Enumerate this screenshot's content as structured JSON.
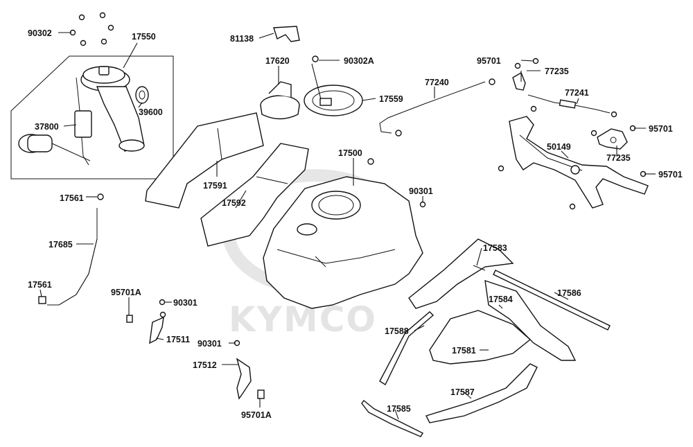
{
  "watermark": "KYMCO",
  "callouts": {
    "c90302": "90302",
    "c17550": "17550",
    "c39600": "39600",
    "c37800": "37800",
    "c81138": "81138",
    "c17620": "17620",
    "c90302A": "90302A",
    "c17559": "17559",
    "c77240": "77240",
    "c95701_top": "95701",
    "c77235_top": "77235",
    "c77241": "77241",
    "c95701_mid": "95701",
    "c50149": "50149",
    "c77235_mid": "77235",
    "c95701_right": "95701",
    "c17591": "17591",
    "c17592": "17592",
    "c17500": "17500",
    "c90301_tank": "90301",
    "c17561_top": "17561",
    "c17685": "17685",
    "c17561_bot": "17561",
    "c95701A_top": "95701A",
    "c90301_a": "90301",
    "c17511": "17511",
    "c90301_b": "90301",
    "c17512": "17512",
    "c95701A_bot": "95701A",
    "c17583": "17583",
    "c17586": "17586",
    "c17584": "17584",
    "c17588": "17588",
    "c17581": "17581",
    "c17587": "17587",
    "c17585": "17585"
  }
}
